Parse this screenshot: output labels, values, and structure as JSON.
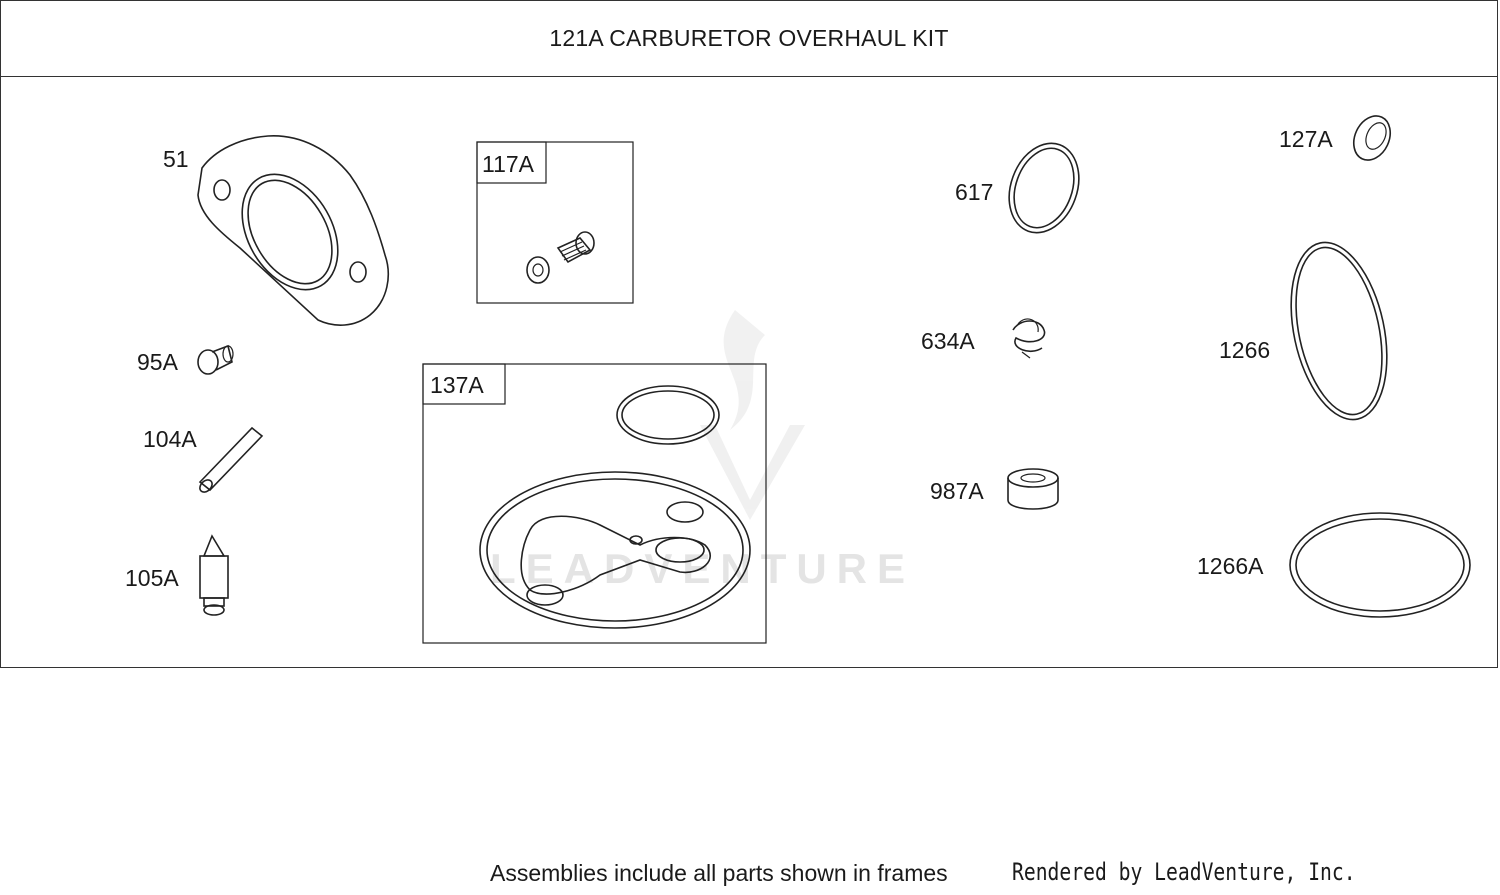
{
  "title": "121A CARBURETOR OVERHAUL KIT",
  "watermark": "LEADVENTURE",
  "footer": {
    "note": "Assemblies include all parts shown in frames",
    "credit": "Rendered by LeadVenture, Inc."
  },
  "parts": {
    "p51": "51",
    "p117A": "117A",
    "p95A": "95A",
    "p104A": "104A",
    "p105A": "105A",
    "p137A": "137A",
    "p617": "617",
    "p634A": "634A",
    "p987A": "987A",
    "p127A": "127A",
    "p1266": "1266",
    "p1266A": "1266A"
  }
}
